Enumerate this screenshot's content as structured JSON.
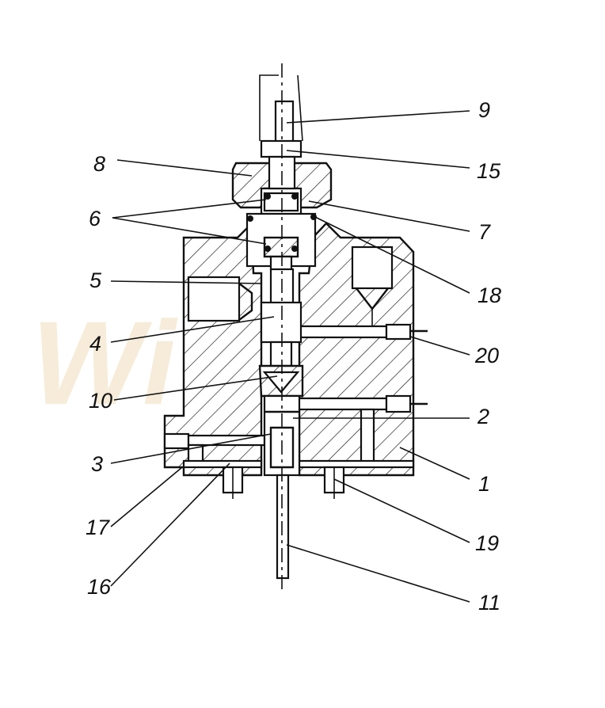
{
  "labels": {
    "l1": "1",
    "l2": "2",
    "l3": "3",
    "l4": "4",
    "l5": "5",
    "l6": "6",
    "l7": "7",
    "l8": "8",
    "l9": "9",
    "l10": "10",
    "l11": "11",
    "l15": "15",
    "l16": "16",
    "l17": "17",
    "l18": "18",
    "l19": "19",
    "l20": "20"
  },
  "watermark": "Wi",
  "colors": {
    "line": "#111111",
    "watermark": "#f6ecd9"
  }
}
